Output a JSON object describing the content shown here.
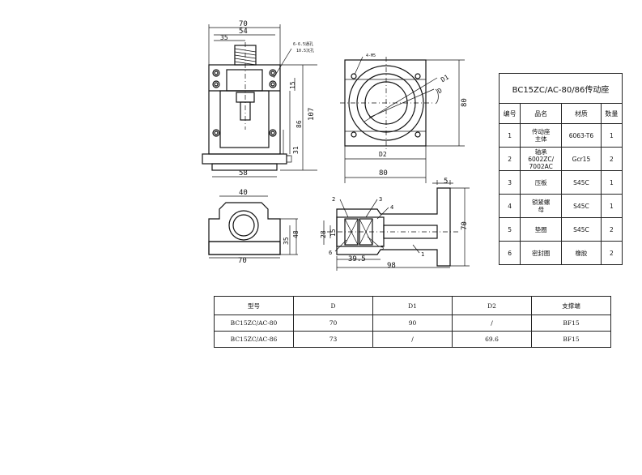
{
  "views": {
    "front": {
      "dim_width": "70",
      "dim_inner": "54",
      "dim_offset": "35",
      "note_line1": "6-6.5通孔",
      "note_line2": "10.5沉孔",
      "dim_top": "15",
      "dim_height": "107",
      "dim_mid": "86",
      "dim_base": "31",
      "dim_bottom": "58"
    },
    "side": {
      "note_holes": "4-M5",
      "dim_d1": "D1",
      "dim_d": "D",
      "dim_d2": "D2",
      "dim_width": "80",
      "dim_height": "80"
    },
    "top": {
      "dim_top": "40",
      "dim_right1": "35",
      "dim_right2": "48",
      "dim_bottom": "70"
    },
    "section": {
      "callouts": [
        "2",
        "3",
        "4",
        "5",
        "6",
        "1"
      ],
      "dim_28": "28",
      "dim_15": "15",
      "dim_len1": "39.5",
      "dim_len2": "98",
      "dim_5": "5",
      "dim_70": "70"
    }
  },
  "parts_table": {
    "title": "BC15ZC/AC-80/86传动座",
    "headers": [
      "编号",
      "品名",
      "材质",
      "数量"
    ],
    "rows": [
      {
        "no": "1",
        "name": "传动座\n主体",
        "material": "6063-T6",
        "qty": "1"
      },
      {
        "no": "2",
        "name": "轴承\n6002ZC/\n7002AC",
        "material": "Gcr15",
        "qty": "2"
      },
      {
        "no": "3",
        "name": "压板",
        "material": "S45C",
        "qty": "1"
      },
      {
        "no": "4",
        "name": "锁紧螺\n母",
        "material": "S45C",
        "qty": "1"
      },
      {
        "no": "5",
        "name": "垫圈",
        "material": "S45C",
        "qty": "2"
      },
      {
        "no": "6",
        "name": "密封圈",
        "material": "橡胶",
        "qty": "2"
      }
    ]
  },
  "model_table": {
    "headers": [
      "型号",
      "D",
      "D1",
      "D2",
      "支撑端"
    ],
    "rows": [
      [
        "BC15ZC/AC-80",
        "70",
        "90",
        "/",
        "BF15"
      ],
      [
        "BC15ZC/AC-86",
        "73",
        "/",
        "69.6",
        "BF15"
      ]
    ]
  }
}
